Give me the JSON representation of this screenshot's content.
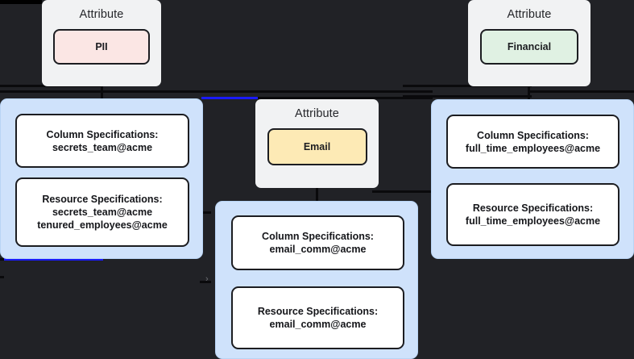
{
  "diagram": {
    "background_color": "#212226",
    "accent_color": "#1a1aff",
    "group_fill": "#cfe2fb",
    "card_fill": "#f1f2f3",
    "expand_chevron": "›",
    "attribute_groups": [
      {
        "id": "pii",
        "title": "Attribute",
        "chip_label": "PII",
        "chip_color": "#fbe6e4",
        "specs": [
          {
            "kind": "column",
            "label": "Column Specifications:",
            "values": [
              "secrets_team@acme"
            ]
          },
          {
            "kind": "resource",
            "label": "Resource Specifications:",
            "values": [
              "secrets_team@acme",
              "tenured_employees@acme"
            ]
          }
        ]
      },
      {
        "id": "email",
        "title": "Attribute",
        "chip_label": "Email",
        "chip_color": "#fdeab5",
        "specs": [
          {
            "kind": "column",
            "label": "Column Specifications:",
            "values": [
              "email_comm@acme"
            ]
          },
          {
            "kind": "resource",
            "label": "Resource Specifications:",
            "values": [
              "email_comm@acme"
            ]
          }
        ]
      },
      {
        "id": "financial",
        "title": "Attribute",
        "chip_label": "Financial",
        "chip_color": "#e0f1e3",
        "specs": [
          {
            "kind": "column",
            "label": "Column Specifications:",
            "values": [
              "full_time_employees@acme"
            ]
          },
          {
            "kind": "resource",
            "label": "Resource Specifications:",
            "values": [
              "full_time_employees@acme"
            ]
          }
        ]
      }
    ]
  }
}
